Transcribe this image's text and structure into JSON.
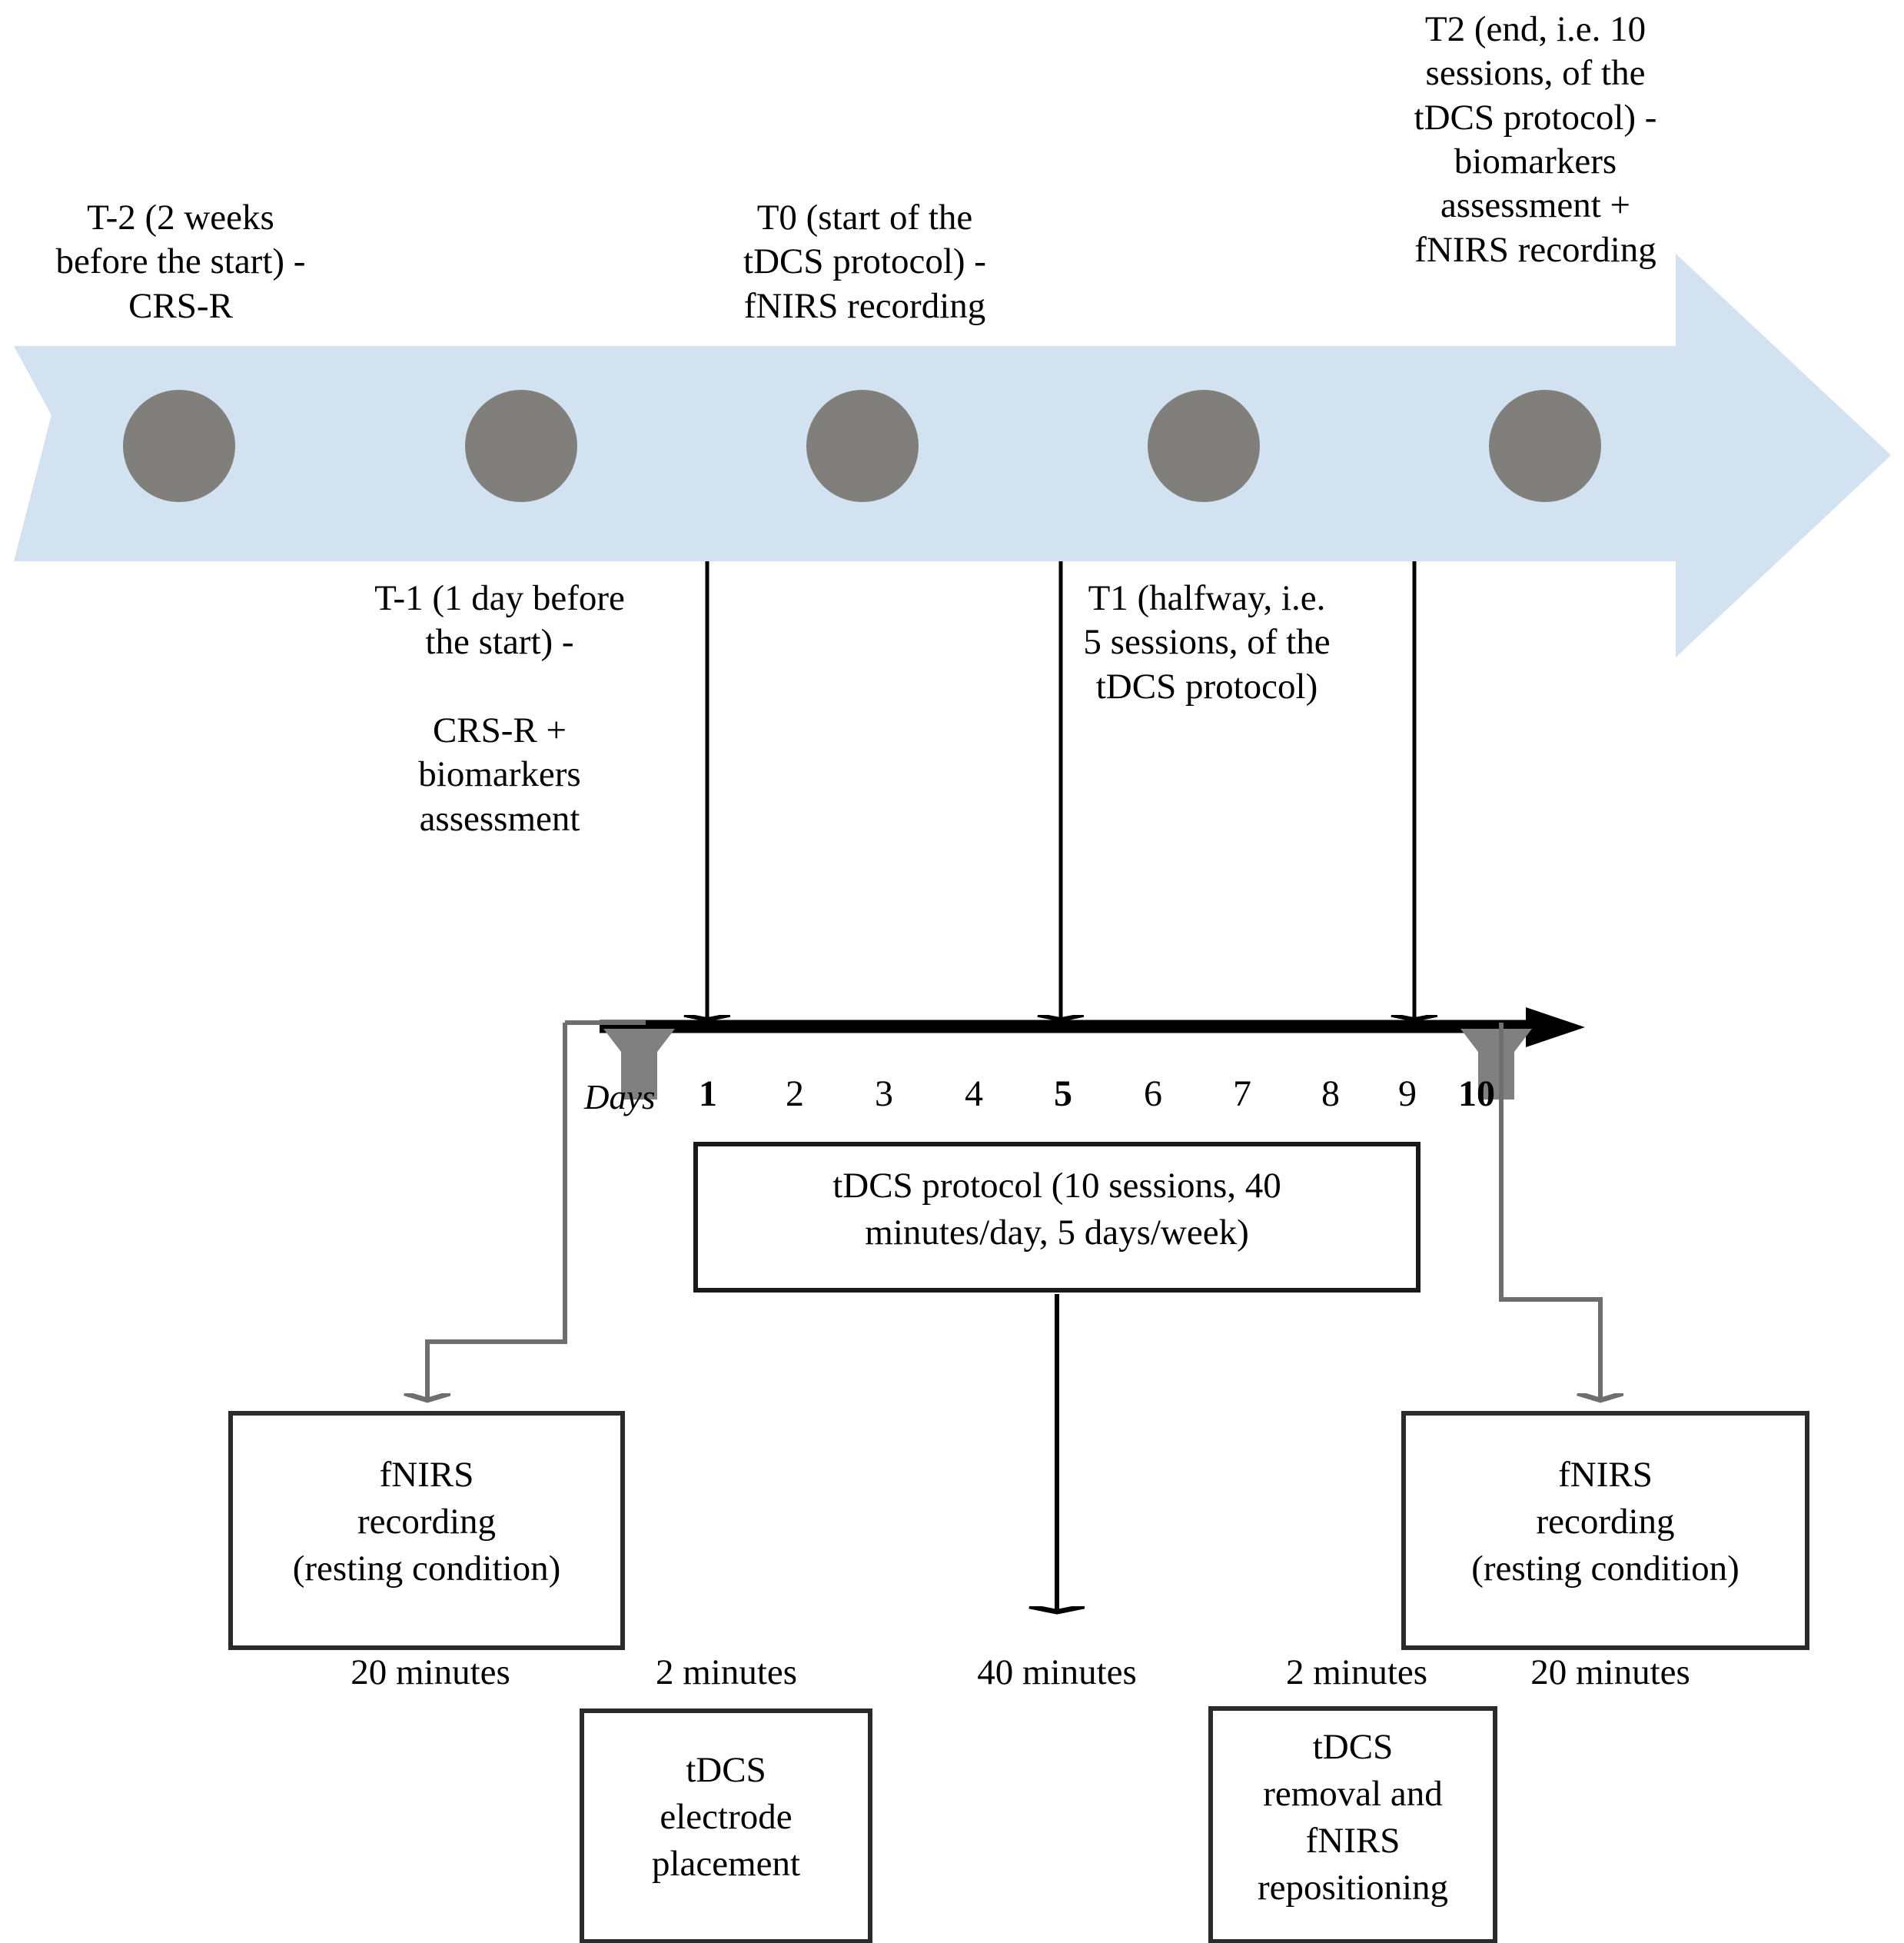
{
  "figure": {
    "title": "tDCS study timeline",
    "colors": {
      "band": "#d3e2f0",
      "circle": "#807f7c",
      "gray_connector": "#6e6e6e",
      "black": "#000000",
      "box_border": "#2b2b2b"
    }
  },
  "timeline": {
    "milestones": [
      {
        "id": "T-2",
        "position": "above",
        "label": "T-2 (2 weeks\nbefore the start) -\nCRS-R"
      },
      {
        "id": "T-1",
        "position": "below",
        "label": "T-1 (1 day before\nthe start) -\n\nCRS-R +\nbiomarkers\nassessment"
      },
      {
        "id": "T0",
        "position": "above",
        "label": "T0 (start of the\ntDCS protocol) -\nfNIRS recording"
      },
      {
        "id": "T1",
        "position": "below",
        "label": "T1 (halfway, i.e.\n5 sessions, of the\ntDCS protocol)"
      },
      {
        "id": "T2",
        "position": "above",
        "label": "T2 (end, i.e. 10\nsessions, of the\ntDCS protocol) -\nbiomarkers\nassessment +\nfNIRS recording"
      }
    ],
    "markers_count": 5
  },
  "days_axis": {
    "axis_label": "Days",
    "days": [
      {
        "n": "1",
        "bold": true
      },
      {
        "n": "2",
        "bold": false
      },
      {
        "n": "3",
        "bold": false
      },
      {
        "n": "4",
        "bold": false
      },
      {
        "n": "5",
        "bold": true
      },
      {
        "n": "6",
        "bold": false
      },
      {
        "n": "7",
        "bold": false
      },
      {
        "n": "8",
        "bold": false
      },
      {
        "n": "9",
        "bold": false
      },
      {
        "n": "10",
        "bold": true
      }
    ]
  },
  "protocol_box": {
    "text": "tDCS protocol (10 sessions, 40\nminutes/day, 5 days/week)"
  },
  "session_boxes": [
    {
      "id": "fnirs-left",
      "text": "fNIRS\nrecording\n(resting condition)"
    },
    {
      "id": "tdcs-place",
      "text": "tDCS\nelectrode\nplacement"
    },
    {
      "id": "tdcs-remove",
      "text": "tDCS\nremoval and\nfNIRS\nrepositioning"
    },
    {
      "id": "fnirs-right",
      "text": "fNIRS\nrecording\n(resting condition)"
    }
  ],
  "durations": [
    {
      "id": "d1",
      "text": "20 minutes"
    },
    {
      "id": "d2",
      "text": "2 minutes"
    },
    {
      "id": "d3",
      "text": "40 minutes"
    },
    {
      "id": "d4",
      "text": "2 minutes"
    },
    {
      "id": "d5",
      "text": "20 minutes"
    }
  ]
}
